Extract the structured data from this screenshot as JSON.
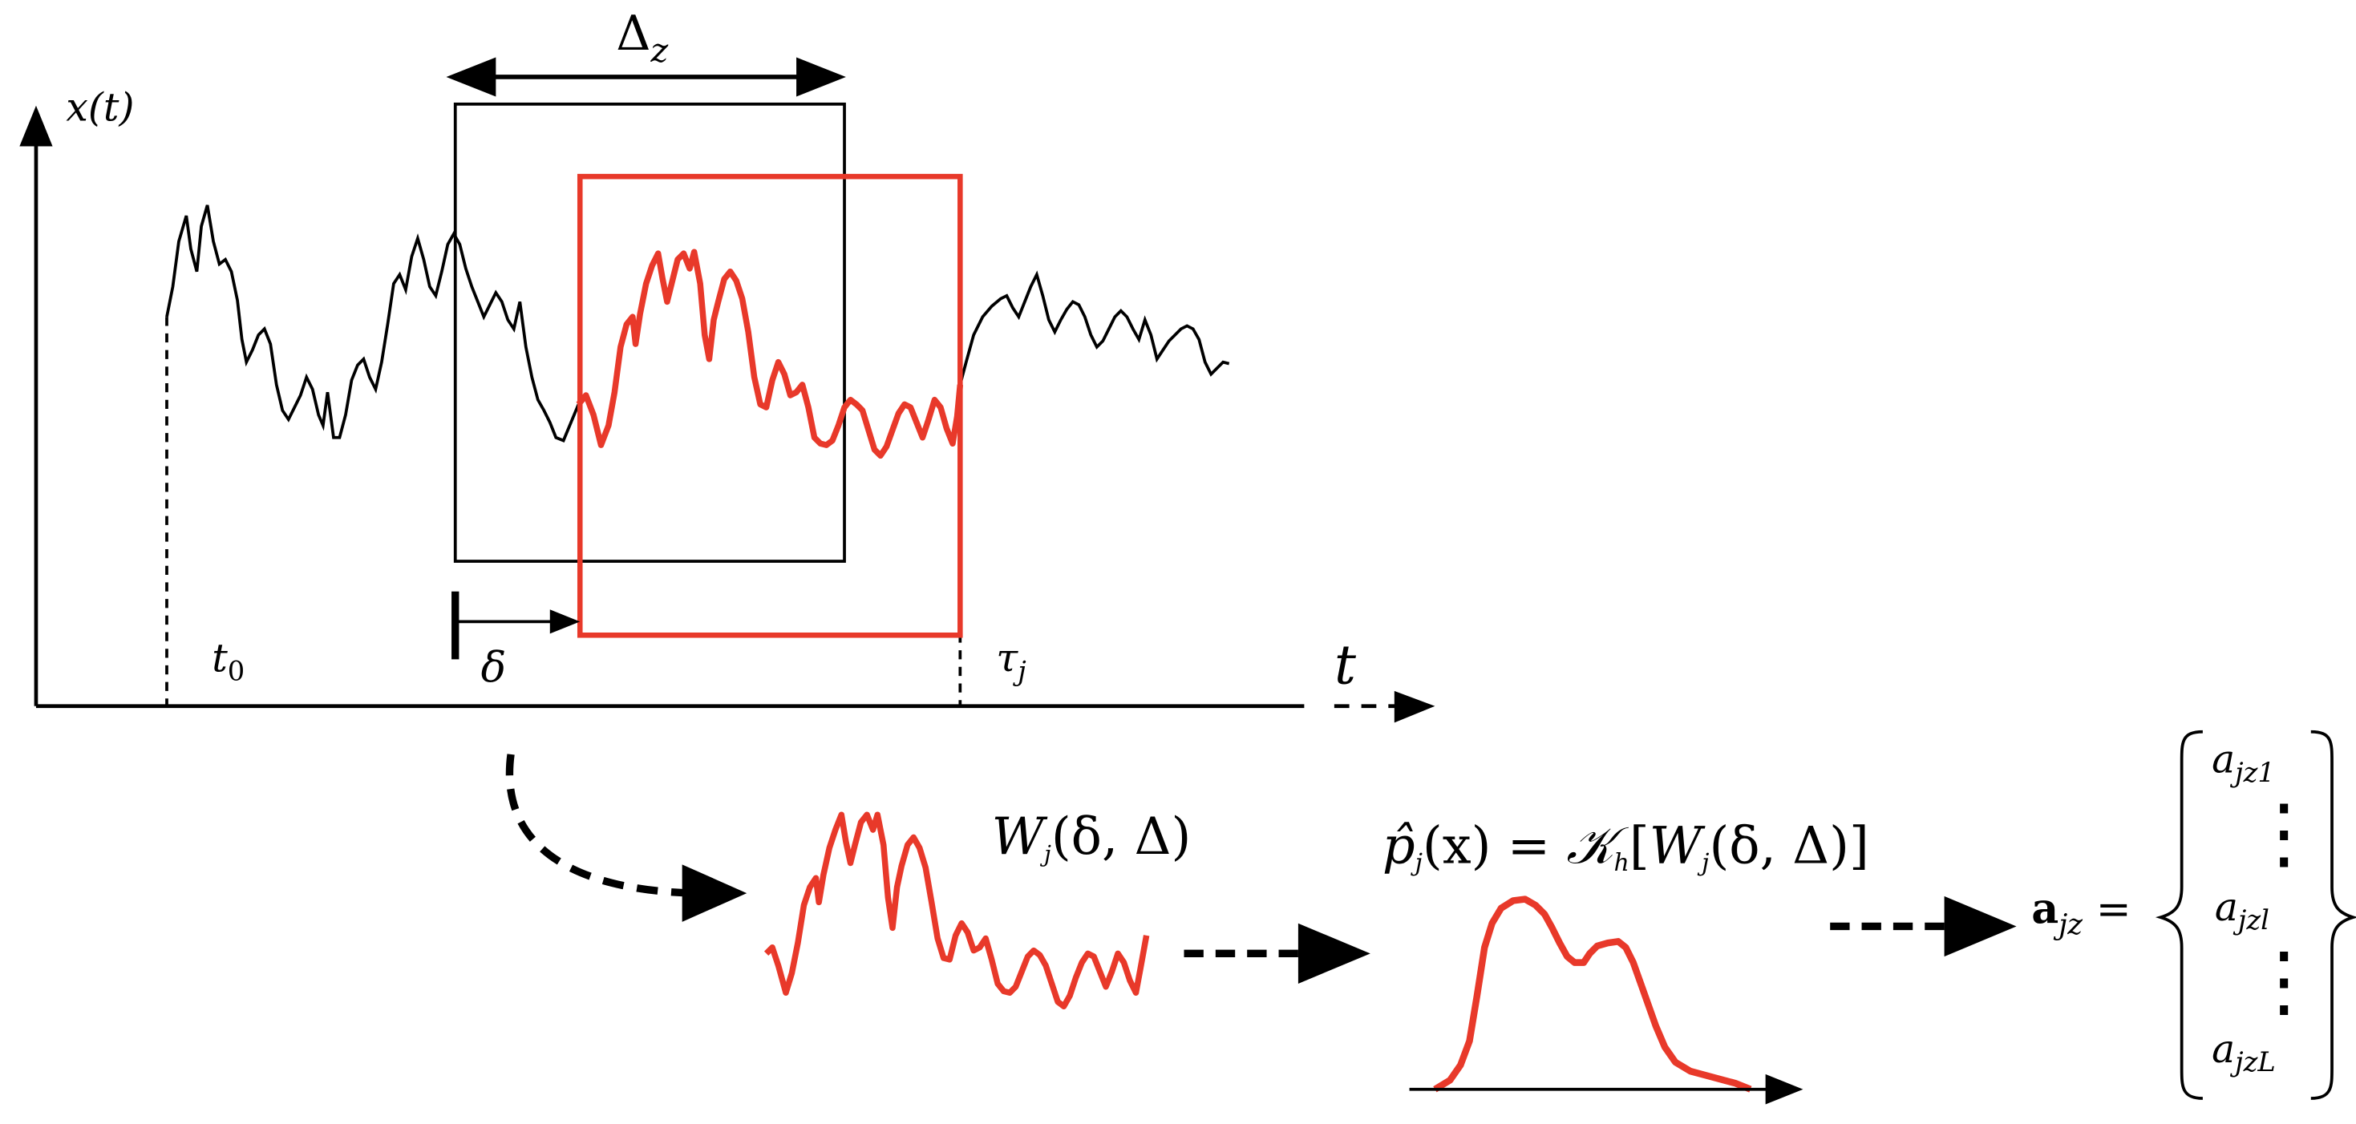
{
  "colors": {
    "signal": "#000000",
    "highlight": "#e8392a",
    "background": "#ffffff"
  },
  "labels": {
    "y_axis": "x(t)",
    "x_axis": "t",
    "t0": "t",
    "t0_sub": "0",
    "tau": "τ",
    "tau_sub": "j",
    "delta_small": "δ",
    "window_width": "Δ",
    "window_width_sub": "z",
    "window_func": "W",
    "window_func_sub": "j",
    "window_func_args": "(δ, Δ)",
    "density_lhs": "p̂",
    "density_lhs_sub": "j",
    "density_arg": "(x) = ",
    "kernel": "𝒦",
    "kernel_sub": "h",
    "kernel_arg_open": "[",
    "kernel_W": "W",
    "kernel_W_sub": "j",
    "kernel_arg_close": "(δ, Δ)]",
    "vector_name": "a",
    "vector_sub": "jz",
    "equals": " =",
    "vector_entries": [
      "a",
      "a",
      "a"
    ],
    "vector_entry_subs": [
      "jz1",
      "jzl",
      "jzL"
    ],
    "vdots": "⋮"
  }
}
